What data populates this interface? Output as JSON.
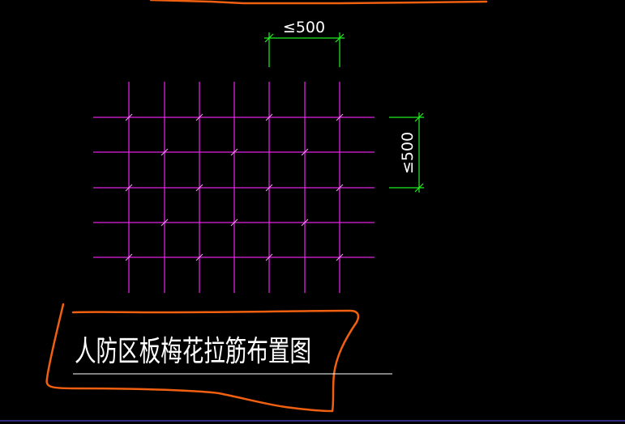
{
  "drawing": {
    "title": "人防区板梅花拉筋布置图",
    "horizontal_dimension": "≤500",
    "vertical_dimension": "≤500"
  },
  "colors": {
    "background": "#000000",
    "rebar_grid": "#e020e0",
    "tie_marks": "#f0a0f0",
    "dimension_lines": "#22ee22",
    "annotation_text": "#ffffff",
    "markup_outline": "#f06010",
    "bottom_rule": "#3a3aa0"
  }
}
